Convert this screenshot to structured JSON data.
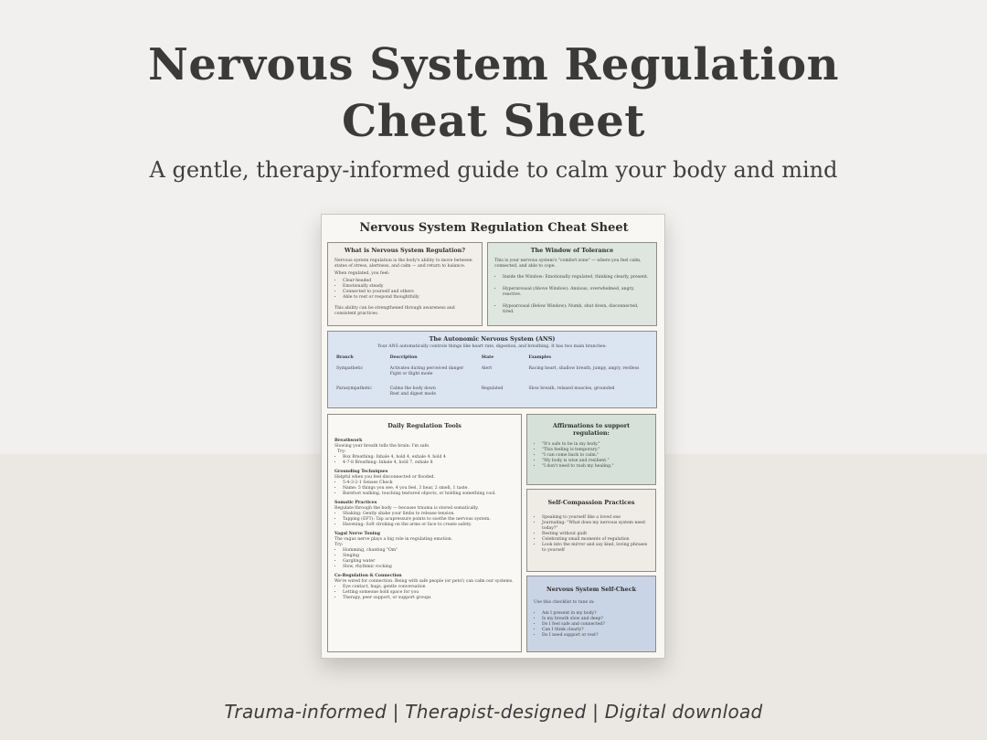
{
  "hero": {
    "title_line1": "Nervous System Regulation",
    "title_line2": "Cheat Sheet",
    "subtitle": "A gentle, therapy-informed guide to calm your body and mind"
  },
  "footer": {
    "tagline": "Trauma-informed | Therapist-designed | Digital download"
  },
  "sheet": {
    "title": "Nervous System Regulation Cheat Sheet",
    "what": {
      "heading": "What is Nervous System Regulation?",
      "intro": "Nervous system regulation is the body's ability to move between states of stress, alertness, and calm — and return to balance.",
      "lead": "When regulated, you feel:",
      "items": [
        "Clear-headed",
        "Emotionally steady",
        "Connected to yourself and others",
        "Able to rest or respond thoughtfully"
      ],
      "outro": "This ability can be strengthened through awareness and consistent practices."
    },
    "window": {
      "heading": "The Window of Tolerance",
      "intro": "This is your nervous system's \"comfort zone\" — where you feel calm, connected, and able to cope.",
      "items": [
        "Inside the Window: Emotionally regulated, thinking clearly, present.",
        "Hyperarousal (Above Window): Anxious, overwhelmed, angry, reactive.",
        "Hypoarousal (Below Window): Numb, shut down, disconnected, tired."
      ]
    },
    "ans": {
      "heading": "The Autonomic Nervous System (ANS)",
      "intro": "Your ANS automatically controls things like heart rate, digestion, and breathing. It has two main branches:",
      "columns": [
        "Branch",
        "Description",
        "State",
        "Examples"
      ],
      "rows": [
        {
          "branch": "Sympathetic",
          "desc1": "Activates during perceived danger",
          "desc2": "Fight or flight mode",
          "state": "Alert",
          "examples": "Racing heart, shallow breath, jumpy, angry, restless"
        },
        {
          "branch": "Parasympathetic",
          "desc1": "Calms the body down",
          "desc2": "Rest and digest mode",
          "state": "Regulated",
          "examples": "Slow breath, relaxed muscles, grounded"
        }
      ]
    },
    "tools": {
      "heading": "Daily Regulation Tools",
      "sections": [
        {
          "title": "Breathwork",
          "lines": [
            "Slowing your breath tells the brain: I'm safe.",
            "Try:"
          ],
          "items": [
            "Box Breathing: Inhale 4, hold 4, exhale 4, hold 4",
            "4-7-8 Breathing: Inhale 4, hold 7, exhale 8"
          ]
        },
        {
          "title": "Grounding Techniques",
          "lines": [
            "Helpful when you feel disconnected or flooded."
          ],
          "items": [
            "5-4-3-2-1 Senses Check",
            "Name: 5 things you see, 4 you feel, 3 hear, 2 smell, 1 taste.",
            "Barefoot walking, touching textured objects, or holding something cool."
          ]
        },
        {
          "title": "Somatic Practices",
          "lines": [
            "Regulate through the body — because trauma is stored somatically."
          ],
          "items": [
            "Shaking: Gently shake your limbs to release tension.",
            "Tapping (EFT): Tap acupressure points to soothe the nervous system.",
            "Havening: Soft stroking on the arms or face to create safety."
          ]
        },
        {
          "title": "Vagal Nerve Toning",
          "lines": [
            "The vagus nerve plays a big role in regulating emotion.",
            "Try:"
          ],
          "items": [
            "Humming, chanting \"Om\"",
            "Singing",
            "Gargling water",
            "Slow, rhythmic rocking"
          ]
        },
        {
          "title": "Co-Regulation & Connection",
          "lines": [
            "We're wired for connection. Being with safe people (or pets!) can calm our systems."
          ],
          "items": [
            "Eye contact, hugs, gentle conversation",
            "Letting someone hold space for you",
            "Therapy, peer support, or support groups"
          ]
        }
      ]
    },
    "affirm": {
      "heading": "Affirmations to support regulation:",
      "items": [
        "\"It's safe to be in my body.\"",
        "\"This feeling is temporary.\"",
        "\"I can come back to calm.\"",
        "\"My body is wise and resilient.\"",
        "\"I don't need to rush my healing.\""
      ]
    },
    "selfcomp": {
      "heading": "Self-Compassion Practices",
      "items": [
        "Speaking to yourself like a loved one",
        "Journaling: \"What does my nervous system need today?\"",
        "Resting without guilt",
        "Celebrating small moments of regulation",
        "Look into the mirror and say kind, loving phrases to yourself"
      ]
    },
    "check": {
      "heading": "Nervous System Self-Check",
      "intro": "Use this checklist to tune in:",
      "items": [
        "Am I present in my body?",
        "Is my breath slow and deep?",
        "Do I feel safe and connected?",
        "Can I think clearly?",
        "Do I need support or rest?"
      ]
    }
  }
}
